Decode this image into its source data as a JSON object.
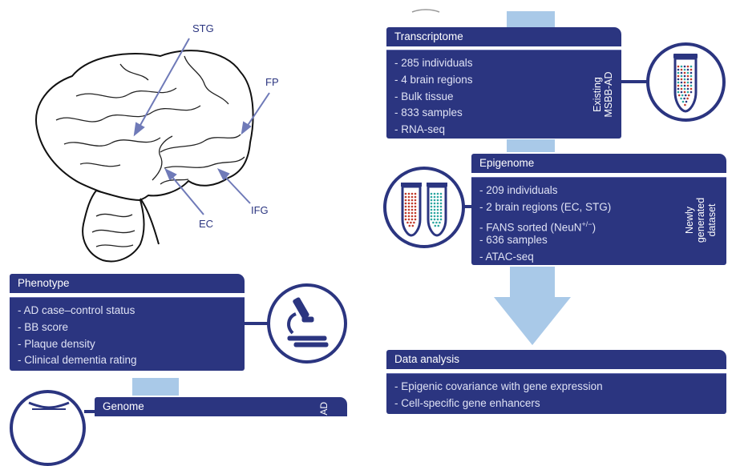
{
  "brain": {
    "labels": {
      "stg": "STG",
      "fp": "FP",
      "ifg": "IFG",
      "ec": "EC"
    }
  },
  "phenotype": {
    "title": "Phenotype",
    "items": [
      "- AD case–control status",
      "- BB score",
      "- Plaque density",
      "- Clinical dementia rating"
    ]
  },
  "genome": {
    "title": "Genome",
    "side_partial": "g  AD"
  },
  "transcriptome": {
    "title": "Transcriptome",
    "items": [
      "- 285 individuals",
      "- 4 brain regions",
      "- Bulk tissue",
      "- 833 samples",
      "- RNA-seq"
    ],
    "side_label": [
      "Existing",
      "MSBB-AD"
    ]
  },
  "epigenome": {
    "title": "Epigenome",
    "items": [
      "- 209 individuals",
      "- 2 brain regions (EC, STG)",
      "- FANS sorted (NeuN",
      "- 636 samples",
      "- ATAC-seq"
    ],
    "fans_sup": "+/−",
    "fans_close": ")",
    "side_label": [
      "Newly",
      "generated",
      "dataset"
    ]
  },
  "analysis": {
    "title": "Data analysis",
    "items": [
      "- Epigenic covariance with gene expression",
      "- Cell-specific gene enhancers"
    ]
  },
  "colors": {
    "navy": "#2b3580",
    "light_blue": "#a9c9e8",
    "body_text": "#dfe2f4",
    "tube_red": "#c0392b",
    "tube_teal": "#2aa6a0"
  }
}
